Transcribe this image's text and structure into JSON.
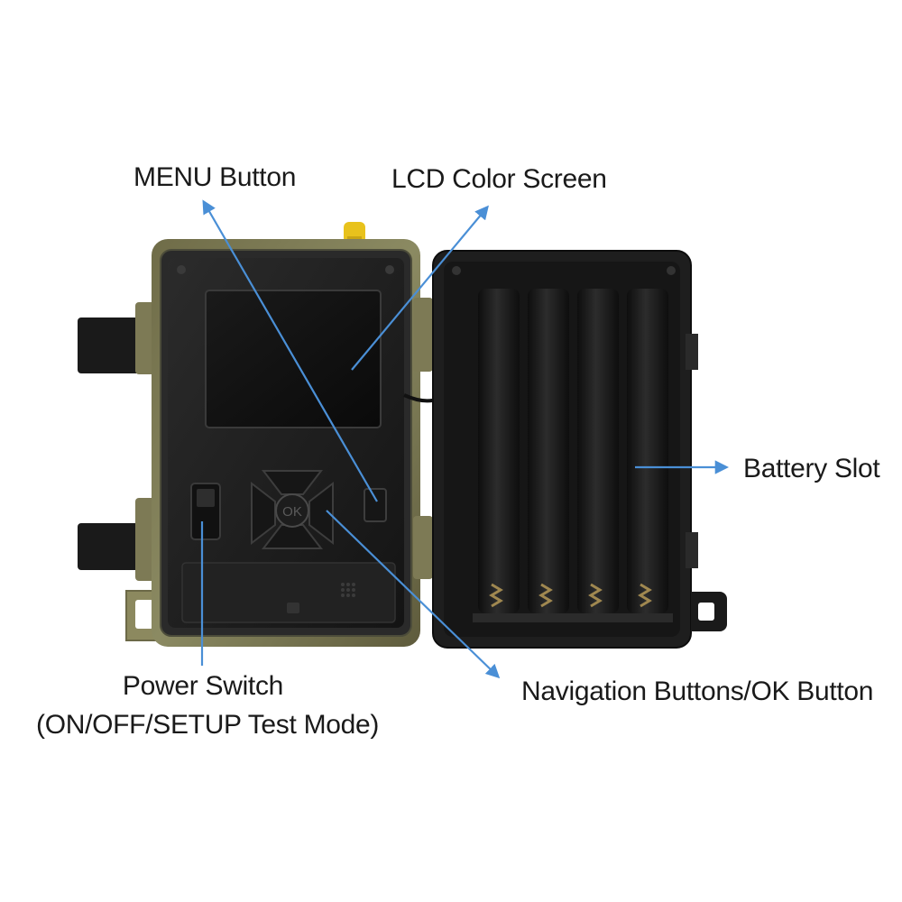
{
  "labels": {
    "menu_button": "MENU Button",
    "lcd_screen": "LCD Color Screen",
    "battery_slot": "Battery Slot",
    "power_switch": "Power Switch",
    "power_switch_modes": "(ON/OFF/SETUP Test Mode)",
    "navigation_buttons": "Navigation Buttons/OK Button"
  },
  "keypad": {
    "ok_label": "OK"
  },
  "colors": {
    "arrow": "#4a8fd6",
    "device_body": "#1d1d1d",
    "camo_frame": "#8a8660",
    "antenna": "#e8c21c"
  }
}
